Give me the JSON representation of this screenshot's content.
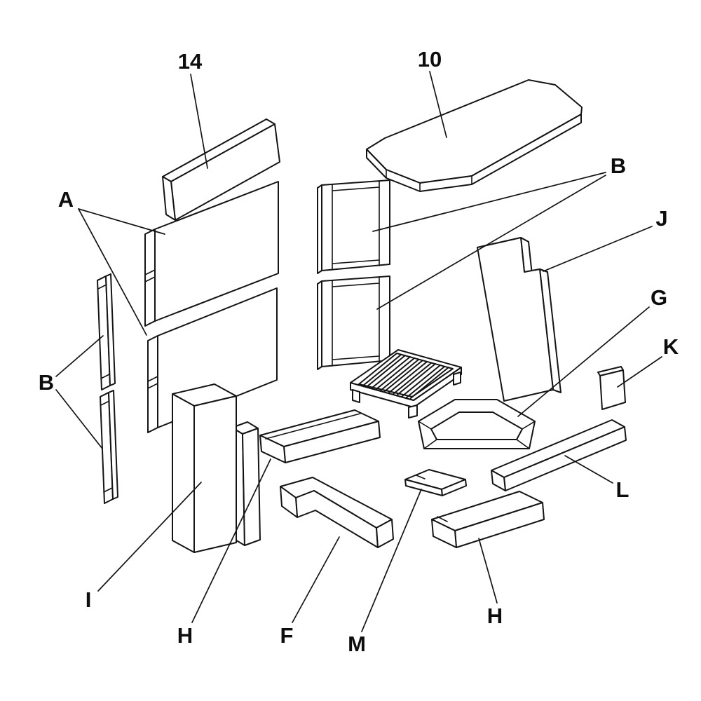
{
  "colors": {
    "stroke": "#141414",
    "fill": "#ffffff",
    "background": "#ffffff",
    "label_text": "#0d0d0d"
  },
  "labels": {
    "p14": "14",
    "p10": "10",
    "a": "A",
    "b_right": "B",
    "j": "J",
    "g": "G",
    "k": "K",
    "b_left": "B",
    "l": "L",
    "i": "I",
    "h_left": "H",
    "f": "F",
    "m": "M",
    "h_right": "H"
  }
}
